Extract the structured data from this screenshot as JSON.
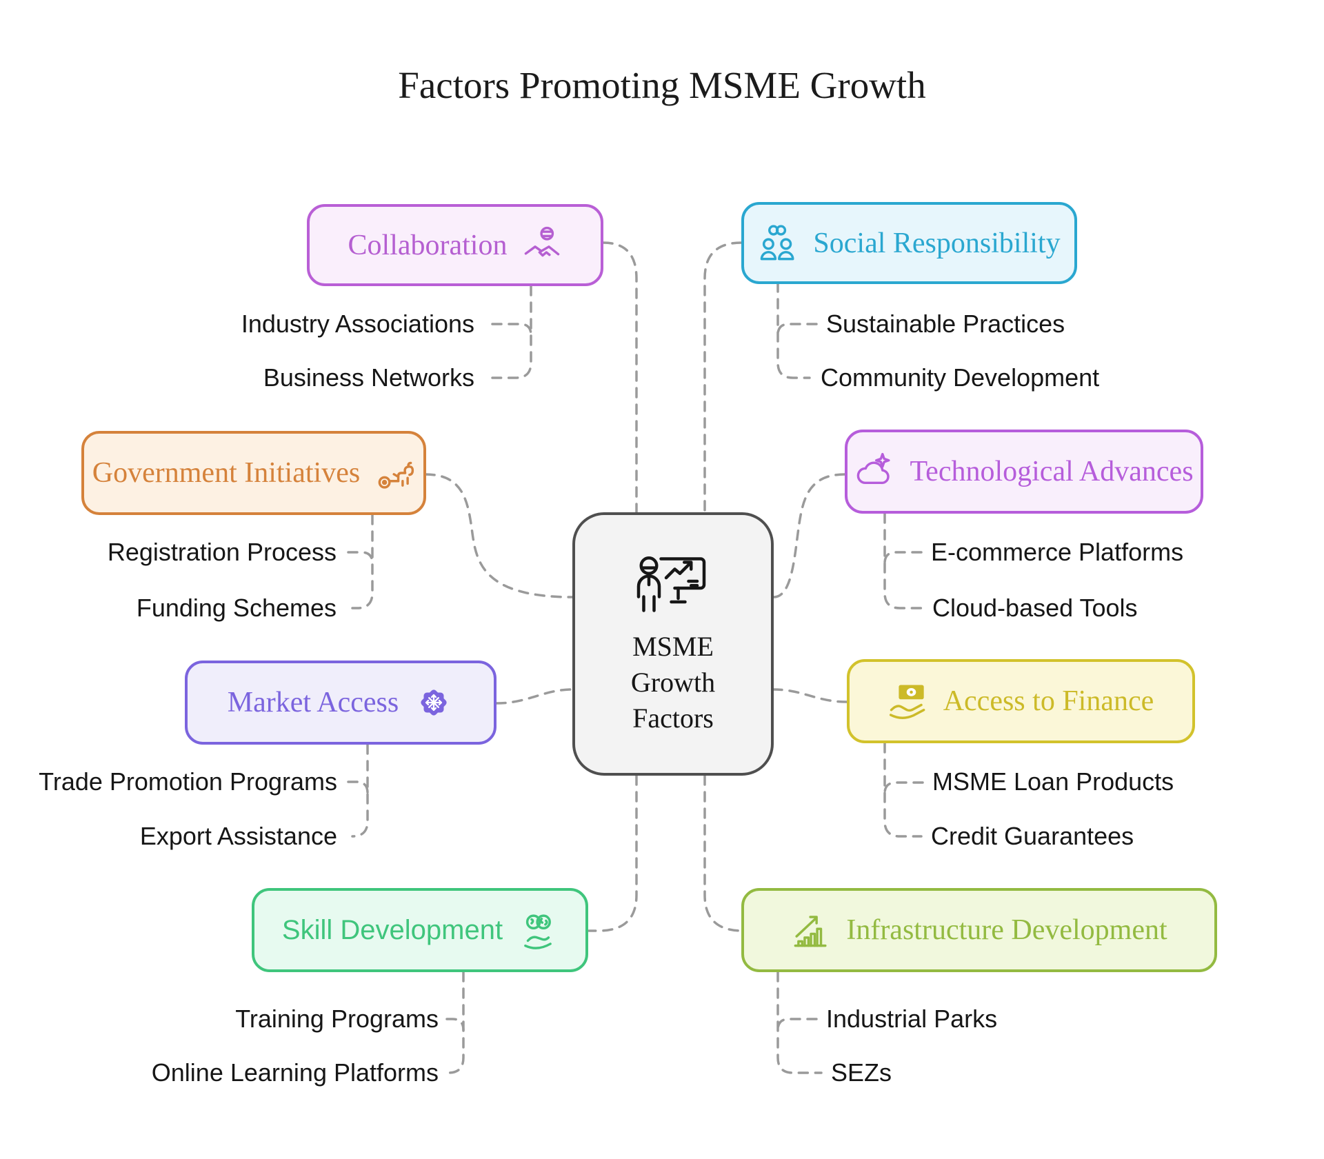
{
  "title": "Factors Promoting MSME Growth",
  "connector_color": "#9a9a9a",
  "child_text_color": "#161616",
  "center": {
    "label_lines": [
      "MSME",
      "Growth",
      "Factors"
    ],
    "icon": "presentation-icon",
    "border_color": "#4f4f4f",
    "bg_color": "#f3f3f3",
    "text_color": "#161616"
  },
  "branches": [
    {
      "id": "collaboration",
      "label": "Collaboration",
      "icon": "handshake-globe-icon",
      "side": "left",
      "text_color": "#b55fd1",
      "border_color": "#b95fd6",
      "bg_color": "#faeffc",
      "children": [
        "Industry Associations",
        "Business Networks"
      ]
    },
    {
      "id": "social-responsibility",
      "label": "Social Responsibility",
      "icon": "community-people-icon",
      "side": "right",
      "text_color": "#2aa7d0",
      "border_color": "#2aa7d0",
      "bg_color": "#e7f6fc",
      "children": [
        "Sustainable Practices",
        "Community Development"
      ]
    },
    {
      "id": "government-initiatives",
      "label": "Government Initiatives",
      "icon": "dog-cart-icon",
      "side": "left",
      "text_color": "#d5823b",
      "border_color": "#d5823b",
      "bg_color": "#fdf1e3",
      "children": [
        "Registration Process",
        "Funding Schemes"
      ]
    },
    {
      "id": "technological-advances",
      "label": "Technological Advances",
      "icon": "cloud-sparkle-icon",
      "side": "right",
      "text_color": "#b65ddb",
      "border_color": "#b65ddb",
      "bg_color": "#f9effc",
      "children": [
        "E-commerce Platforms",
        "Cloud-based Tools"
      ]
    },
    {
      "id": "market-access",
      "label": "Market Access",
      "icon": "compass-star-icon",
      "side": "left",
      "text_color": "#7b64de",
      "border_color": "#7b64de",
      "bg_color": "#f0eefb",
      "children": [
        "Trade Promotion Programs",
        "Export Assistance"
      ]
    },
    {
      "id": "access-to-finance",
      "label": "Access to Finance",
      "icon": "money-hand-icon",
      "side": "right",
      "text_color": "#ccba28",
      "border_color": "#d2c22c",
      "bg_color": "#fbf7d8",
      "children": [
        "MSME Loan Products",
        "Credit Guarantees"
      ]
    },
    {
      "id": "skill-development",
      "label": "Skill Development",
      "icon": "brain-hand-icon",
      "side": "left",
      "text_color": "#3fc57c",
      "border_color": "#3fc57c",
      "bg_color": "#e7faf0",
      "children": [
        "Training Programs",
        "Online Learning Platforms"
      ]
    },
    {
      "id": "infrastructure-development",
      "label": "Infrastructure Development",
      "icon": "growth-chart-icon",
      "side": "right",
      "text_color": "#93ba41",
      "border_color": "#93ba41",
      "bg_color": "#f1f8dd",
      "children": [
        "Industrial Parks",
        "SEZs"
      ]
    }
  ]
}
